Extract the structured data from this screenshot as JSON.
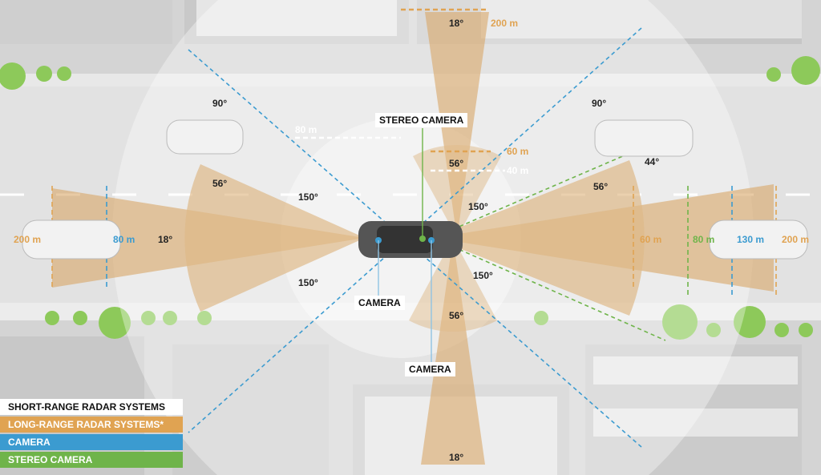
{
  "labels": {
    "stereo_camera": "STEREO CAMERA",
    "camera_rear": "CAMERA",
    "camera_front": "CAMERA"
  },
  "angles": {
    "top_18": "18°",
    "left_90": "90°",
    "right_90": "90°",
    "left_56": "56°",
    "right_56": "56°",
    "left_18": "18°",
    "front_small_56": "56°",
    "bottom_small_56": "56°",
    "left_150_top": "150°",
    "left_150_bottom": "150°",
    "right_150_top": "150°",
    "right_150_bottom": "150°",
    "stereo_44": "44°",
    "bottom_18": "18°"
  },
  "distances": {
    "top_200": "200 m",
    "left_80_white": "80 m",
    "top_60": "60 m",
    "top_40": "40 m",
    "left_200": "200 m",
    "left_80": "80 m",
    "right_60": "60 m",
    "right_80": "80 m",
    "right_130": "130 m",
    "right_200": "200 m"
  },
  "legend": [
    {
      "label": "SHORT-RANGE RADAR SYSTEMS",
      "color": "#ffffff",
      "text": "#111111"
    },
    {
      "label": "LONG-RANGE RADAR SYSTEMS*",
      "color": "#e0a352",
      "text": "#ffffff"
    },
    {
      "label": "CAMERA",
      "color": "#3b9bd0",
      "text": "#ffffff"
    },
    {
      "label": "STEREO CAMERA",
      "color": "#6fb44a",
      "text": "#ffffff"
    }
  ]
}
